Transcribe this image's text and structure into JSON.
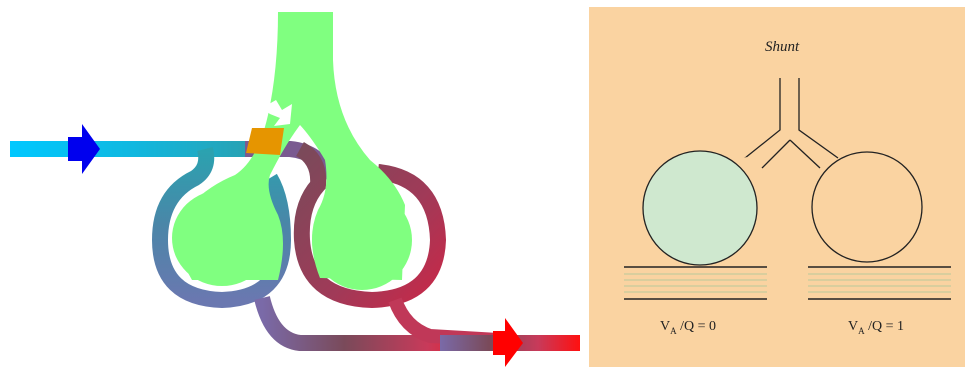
{
  "left_panel": {
    "colors": {
      "inflow": "#00ccff",
      "inflow_arrow": "#0000ee",
      "outflow": "#ff0000",
      "alveolus": "#80ff80",
      "obstruction": "#e69500",
      "vessel_blue": "#3a8ea0",
      "vessel_purple": "#7a6ab0",
      "vessel_maroon": "#8a4a58",
      "vessel_red": "#c03050"
    }
  },
  "right_panel": {
    "background": "#fad3a1",
    "title": "Shunt",
    "left_label": {
      "prefix": "V",
      "sub": "A",
      "rest": " /Q = 0"
    },
    "right_label": {
      "prefix": "V",
      "sub": "A",
      "rest": " /Q = 1"
    },
    "colors": {
      "left_alveolus": "#cfe8cf",
      "right_alveolus": "#fad3a1",
      "capillary_lines": "#b8c89a"
    }
  }
}
